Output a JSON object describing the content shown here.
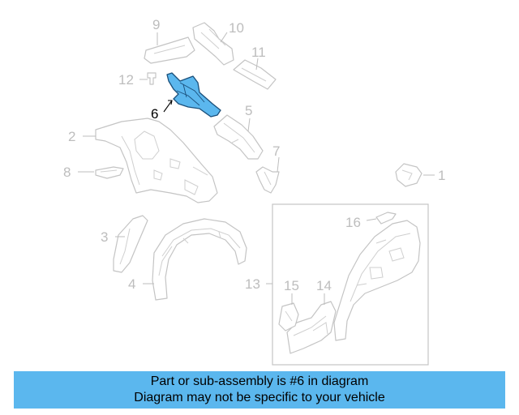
{
  "callouts": {
    "c1": "1",
    "c2": "2",
    "c3": "3",
    "c4": "4",
    "c5": "5",
    "c6": "6",
    "c7": "7",
    "c8": "8",
    "c9": "9",
    "c10": "10",
    "c11": "11",
    "c12": "12",
    "c13": "13",
    "c14": "14",
    "c15": "15",
    "c16": "16"
  },
  "highlighted_part": "6",
  "colors": {
    "highlight_fill": "#5bb7ee",
    "footer_bg": "#5bb7ee",
    "part_outline": "#c4c4c4"
  },
  "footer": {
    "line1": "Part or sub-assembly is #6 in diagram",
    "line2": "Diagram may not be specific to your vehicle"
  }
}
